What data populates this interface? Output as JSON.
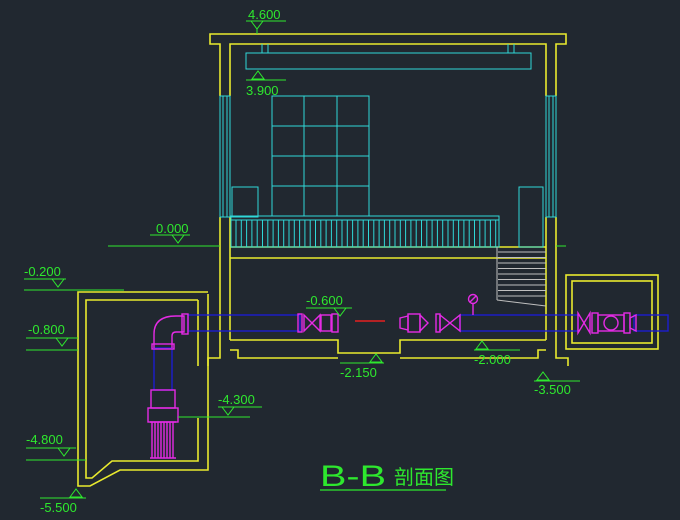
{
  "title": "B-B",
  "subtitle": "剖面图",
  "elevations": {
    "roof_top": "4.600",
    "crane_beam": "3.900",
    "ground": "0.000",
    "outside_grade": "-0.200",
    "pipe_level": "-0.600",
    "pit_water": "-0.800",
    "pit_floor": "-2.150",
    "floor": "-2.000",
    "outside_floor": "-3.500",
    "pump_level": "-4.300",
    "sump_level": "-4.800",
    "sump_bottom": "-5.500"
  },
  "colors": {
    "background": "#212830",
    "structure": "#e9ea2e",
    "architecture": "#2fd8d8",
    "dimension": "#2ee82e",
    "pipe": "#1c1ccf",
    "valve": "#e52be5",
    "accent": "#e62020",
    "stair": "#bfbfbf"
  }
}
